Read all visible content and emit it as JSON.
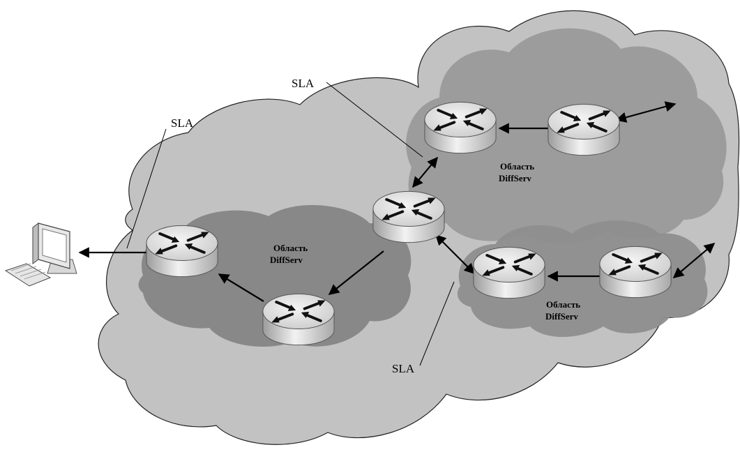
{
  "labels": {
    "sla_left": "SLA",
    "sla_top": "SLA",
    "sla_bottom": "SLA",
    "area_left_line1": "Область",
    "area_left_line2": "DiffServ",
    "area_top_line1": "Область",
    "area_top_line2": "DiffServ",
    "area_right_line1": "Область",
    "area_right_line2": "DiffServ"
  },
  "colors": {
    "outer_cloud": "#c2c2c2",
    "top_cloud": "#9a9a9a",
    "inner_cloud": "#858585",
    "router_body": "#e6e6e6",
    "line": "#000000"
  },
  "icons": [
    "router-icon",
    "computer-icon",
    "keyboard-icon"
  ]
}
